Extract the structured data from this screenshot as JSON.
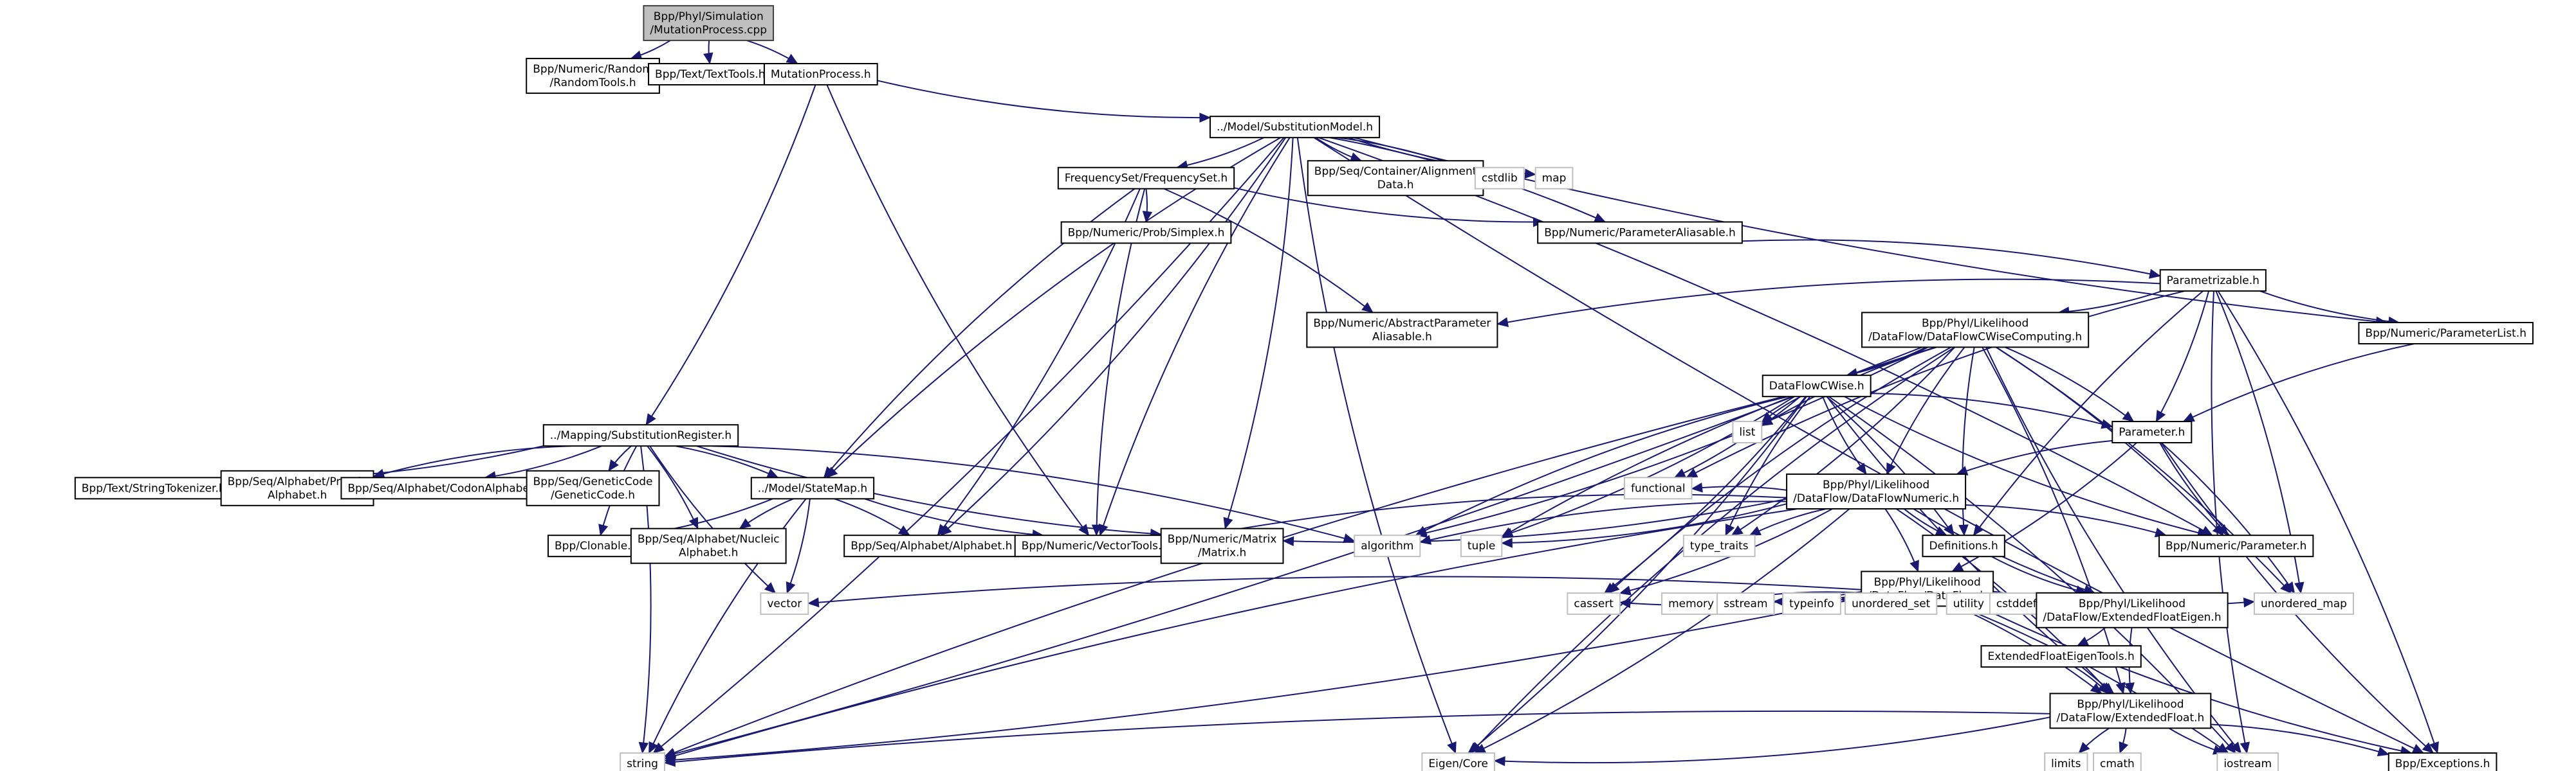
{
  "title": "Include dependency graph for Bpp/Phyl/Simulation/MutationProcess.cpp",
  "colors": {
    "edge": "#191970",
    "root_fill": "#bfbfbf",
    "project_border": "#000000",
    "system_border": "#bfbfbf"
  },
  "nodes": [
    {
      "id": "root",
      "lines": [
        "Bpp/Phyl/Simulation",
        "/MutationProcess.cpp"
      ],
      "kind": "root"
    },
    {
      "id": "randomtools",
      "lines": [
        "Bpp/Numeric/Random",
        "/RandomTools.h"
      ],
      "kind": "project"
    },
    {
      "id": "texttools",
      "lines": [
        "Bpp/Text/TextTools.h"
      ],
      "kind": "project"
    },
    {
      "id": "mutationprocess_h",
      "lines": [
        "MutationProcess.h"
      ],
      "kind": "project"
    },
    {
      "id": "substitutionmodel",
      "lines": [
        "../Model/SubstitutionModel.h"
      ],
      "kind": "project"
    },
    {
      "id": "frequencyset",
      "lines": [
        "FrequencySet/FrequencySet.h"
      ],
      "kind": "project"
    },
    {
      "id": "alignmentdata",
      "lines": [
        "Bpp/Seq/Container/Alignment",
        "Data.h"
      ],
      "kind": "project"
    },
    {
      "id": "cstdlib",
      "lines": [
        "cstdlib"
      ],
      "kind": "system"
    },
    {
      "id": "map",
      "lines": [
        "map"
      ],
      "kind": "system"
    },
    {
      "id": "simplex",
      "lines": [
        "Bpp/Numeric/Prob/Simplex.h"
      ],
      "kind": "project"
    },
    {
      "id": "parameteraliasable",
      "lines": [
        "Bpp/Numeric/ParameterAliasable.h"
      ],
      "kind": "project"
    },
    {
      "id": "parametrizable",
      "lines": [
        "Parametrizable.h"
      ],
      "kind": "project"
    },
    {
      "id": "abstractparameteraliasable",
      "lines": [
        "Bpp/Numeric/AbstractParameter",
        "Aliasable.h"
      ],
      "kind": "project"
    },
    {
      "id": "dataflowcwisecomputing",
      "lines": [
        "Bpp/Phyl/Likelihood",
        "/DataFlow/DataFlowCWiseComputing.h"
      ],
      "kind": "project"
    },
    {
      "id": "parameterlist",
      "lines": [
        "Bpp/Numeric/ParameterList.h"
      ],
      "kind": "project"
    },
    {
      "id": "substitutionregister",
      "lines": [
        "../Mapping/SubstitutionRegister.h"
      ],
      "kind": "project"
    },
    {
      "id": "dataflowcwise",
      "lines": [
        "DataFlowCWise.h"
      ],
      "kind": "project"
    },
    {
      "id": "list",
      "lines": [
        "list"
      ],
      "kind": "system"
    },
    {
      "id": "parameter_h",
      "lines": [
        "Parameter.h"
      ],
      "kind": "project"
    },
    {
      "id": "stringtokenizer",
      "lines": [
        "Bpp/Text/StringTokenizer.h"
      ],
      "kind": "project"
    },
    {
      "id": "proteicalphabet",
      "lines": [
        "Bpp/Seq/Alphabet/Proteic",
        "Alphabet.h"
      ],
      "kind": "project"
    },
    {
      "id": "codonalphabet",
      "lines": [
        "Bpp/Seq/Alphabet/CodonAlphabet.h"
      ],
      "kind": "project"
    },
    {
      "id": "geneticcode",
      "lines": [
        "Bpp/Seq/GeneticCode",
        "/GeneticCode.h"
      ],
      "kind": "project"
    },
    {
      "id": "statemap",
      "lines": [
        "../Model/StateMap.h"
      ],
      "kind": "project"
    },
    {
      "id": "functional",
      "lines": [
        "functional"
      ],
      "kind": "system"
    },
    {
      "id": "dataflownumeric",
      "lines": [
        "Bpp/Phyl/Likelihood",
        "/DataFlow/DataFlowNumeric.h"
      ],
      "kind": "project"
    },
    {
      "id": "clonable",
      "lines": [
        "Bpp/Clonable.h"
      ],
      "kind": "project"
    },
    {
      "id": "nucleicalphabet",
      "lines": [
        "Bpp/Seq/Alphabet/Nucleic",
        "Alphabet.h"
      ],
      "kind": "project"
    },
    {
      "id": "alphabet",
      "lines": [
        "Bpp/Seq/Alphabet/Alphabet.h"
      ],
      "kind": "project"
    },
    {
      "id": "vectortools",
      "lines": [
        "Bpp/Numeric/VectorTools.h"
      ],
      "kind": "project"
    },
    {
      "id": "matrix",
      "lines": [
        "Bpp/Numeric/Matrix",
        "/Matrix.h"
      ],
      "kind": "project"
    },
    {
      "id": "algorithm",
      "lines": [
        "algorithm"
      ],
      "kind": "system"
    },
    {
      "id": "tuple",
      "lines": [
        "tuple"
      ],
      "kind": "system"
    },
    {
      "id": "type_traits",
      "lines": [
        "type_traits"
      ],
      "kind": "system"
    },
    {
      "id": "dataflow",
      "lines": [
        "Bpp/Phyl/Likelihood",
        "/DataFlow/DataFlow.h"
      ],
      "kind": "project"
    },
    {
      "id": "definitions",
      "lines": [
        "Definitions.h"
      ],
      "kind": "project"
    },
    {
      "id": "numeric_parameter",
      "lines": [
        "Bpp/Numeric/Parameter.h"
      ],
      "kind": "project"
    },
    {
      "id": "vector",
      "lines": [
        "vector"
      ],
      "kind": "system"
    },
    {
      "id": "cassert",
      "lines": [
        "cassert"
      ],
      "kind": "system"
    },
    {
      "id": "memory",
      "lines": [
        "memory"
      ],
      "kind": "system"
    },
    {
      "id": "sstream",
      "lines": [
        "sstream"
      ],
      "kind": "system"
    },
    {
      "id": "typeinfo",
      "lines": [
        "typeinfo"
      ],
      "kind": "system"
    },
    {
      "id": "unordered_set",
      "lines": [
        "unordered_set"
      ],
      "kind": "system"
    },
    {
      "id": "utility",
      "lines": [
        "utility"
      ],
      "kind": "system"
    },
    {
      "id": "cstddef",
      "lines": [
        "cstddef"
      ],
      "kind": "system"
    },
    {
      "id": "extendedfloateigen",
      "lines": [
        "Bpp/Phyl/Likelihood",
        "/DataFlow/ExtendedFloatEigen.h"
      ],
      "kind": "project"
    },
    {
      "id": "unordered_map",
      "lines": [
        "unordered_map"
      ],
      "kind": "system"
    },
    {
      "id": "extendedfloateigentools",
      "lines": [
        "ExtendedFloatEigenTools.h"
      ],
      "kind": "project"
    },
    {
      "id": "extendedfloat",
      "lines": [
        "Bpp/Phyl/Likelihood",
        "/DataFlow/ExtendedFloat.h"
      ],
      "kind": "project"
    },
    {
      "id": "string",
      "lines": [
        "string"
      ],
      "kind": "system"
    },
    {
      "id": "eigen_core",
      "lines": [
        "Eigen/Core"
      ],
      "kind": "system"
    },
    {
      "id": "limits",
      "lines": [
        "limits"
      ],
      "kind": "system"
    },
    {
      "id": "cmath",
      "lines": [
        "cmath"
      ],
      "kind": "system"
    },
    {
      "id": "iostream",
      "lines": [
        "iostream"
      ],
      "kind": "system"
    },
    {
      "id": "exceptions",
      "lines": [
        "Bpp/Exceptions.h"
      ],
      "kind": "project"
    }
  ],
  "edges": [
    [
      "root",
      "randomtools"
    ],
    [
      "root",
      "texttools"
    ],
    [
      "root",
      "mutationprocess_h"
    ],
    [
      "mutationprocess_h",
      "substitutionmodel"
    ],
    [
      "mutationprocess_h",
      "substitutionregister"
    ],
    [
      "mutationprocess_h",
      "vectortools"
    ],
    [
      "substitutionmodel",
      "frequencyset"
    ],
    [
      "substitutionmodel",
      "alignmentdata"
    ],
    [
      "substitutionmodel",
      "cstdlib"
    ],
    [
      "substitutionmodel",
      "map"
    ],
    [
      "substitutionmodel",
      "parameteraliasable"
    ],
    [
      "substitutionmodel",
      "statemap"
    ],
    [
      "substitutionmodel",
      "alphabet"
    ],
    [
      "substitutionmodel",
      "vectortools"
    ],
    [
      "substitutionmodel",
      "matrix"
    ],
    [
      "substitutionmodel",
      "eigen_core"
    ],
    [
      "substitutionmodel",
      "string"
    ],
    [
      "substitutionmodel",
      "parameterlist"
    ],
    [
      "substitutionmodel",
      "numeric_parameter"
    ],
    [
      "substitutionmodel",
      "exceptions"
    ],
    [
      "frequencyset",
      "simplex"
    ],
    [
      "frequencyset",
      "parameteraliasable"
    ],
    [
      "frequencyset",
      "abstractparameteraliasable"
    ],
    [
      "frequencyset",
      "statemap"
    ],
    [
      "frequencyset",
      "alphabet"
    ],
    [
      "frequencyset",
      "vectortools"
    ],
    [
      "parameteraliasable",
      "parametrizable"
    ],
    [
      "parametrizable",
      "abstractparameteraliasable"
    ],
    [
      "parametrizable",
      "dataflowcwisecomputing"
    ],
    [
      "parametrizable",
      "parameterlist"
    ],
    [
      "parametrizable",
      "parameter_h"
    ],
    [
      "parametrizable",
      "definitions"
    ],
    [
      "parametrizable",
      "unordered_map"
    ],
    [
      "parametrizable",
      "iostream"
    ],
    [
      "parametrizable",
      "exceptions"
    ],
    [
      "parametrizable",
      "functional"
    ],
    [
      "dataflowcwisecomputing",
      "dataflowcwise"
    ],
    [
      "dataflowcwisecomputing",
      "list"
    ],
    [
      "dataflowcwisecomputing",
      "parameter_h"
    ],
    [
      "dataflowcwisecomputing",
      "dataflownumeric"
    ],
    [
      "dataflowcwisecomputing",
      "algorithm"
    ],
    [
      "dataflowcwisecomputing",
      "tuple"
    ],
    [
      "dataflowcwisecomputing",
      "type_traits"
    ],
    [
      "dataflowcwisecomputing",
      "definitions"
    ],
    [
      "dataflowcwisecomputing",
      "numeric_parameter"
    ],
    [
      "dataflowcwisecomputing",
      "cassert"
    ],
    [
      "dataflowcwisecomputing",
      "string"
    ],
    [
      "dataflowcwisecomputing",
      "eigen_core"
    ],
    [
      "dataflowcwisecomputing",
      "extendedfloat"
    ],
    [
      "dataflowcwisecomputing",
      "iostream"
    ],
    [
      "dataflowcwisecomputing",
      "unordered_map"
    ],
    [
      "parameterlist",
      "parameter_h"
    ],
    [
      "substitutionregister",
      "stringtokenizer"
    ],
    [
      "substitutionregister",
      "proteicalphabet"
    ],
    [
      "substitutionregister",
      "codonalphabet"
    ],
    [
      "substitutionregister",
      "geneticcode"
    ],
    [
      "substitutionregister",
      "statemap"
    ],
    [
      "substitutionregister",
      "clonable"
    ],
    [
      "substitutionregister",
      "nucleicalphabet"
    ],
    [
      "substitutionregister",
      "matrix"
    ],
    [
      "substitutionregister",
      "algorithm"
    ],
    [
      "substitutionregister",
      "vector"
    ],
    [
      "substitutionregister",
      "string"
    ],
    [
      "dataflowcwise",
      "list"
    ],
    [
      "dataflowcwise",
      "parameter_h"
    ],
    [
      "dataflowcwise",
      "dataflownumeric"
    ],
    [
      "dataflowcwise",
      "functional"
    ],
    [
      "dataflowcwise",
      "algorithm"
    ],
    [
      "dataflowcwise",
      "tuple"
    ],
    [
      "dataflowcwise",
      "type_traits"
    ],
    [
      "dataflowcwise",
      "definitions"
    ],
    [
      "dataflowcwise",
      "numeric_parameter"
    ],
    [
      "dataflowcwise",
      "cassert"
    ],
    [
      "dataflowcwise",
      "string"
    ],
    [
      "dataflowcwise",
      "eigen_core"
    ],
    [
      "dataflowcwise",
      "extendedfloat"
    ],
    [
      "dataflowcwise",
      "iostream"
    ],
    [
      "parameter_h",
      "dataflownumeric"
    ],
    [
      "parameter_h",
      "dataflow"
    ],
    [
      "parameter_h",
      "numeric_parameter"
    ],
    [
      "parameter_h",
      "unordered_map"
    ],
    [
      "parameter_h",
      "exceptions"
    ],
    [
      "statemap",
      "clonable"
    ],
    [
      "statemap",
      "nucleicalphabet"
    ],
    [
      "statemap",
      "alphabet"
    ],
    [
      "statemap",
      "vectortools"
    ],
    [
      "statemap",
      "vector"
    ],
    [
      "statemap",
      "string"
    ],
    [
      "dataflownumeric",
      "dataflow"
    ],
    [
      "dataflownumeric",
      "definitions"
    ],
    [
      "dataflownumeric",
      "numeric_parameter"
    ],
    [
      "dataflownumeric",
      "vectortools"
    ],
    [
      "dataflownumeric",
      "matrix"
    ],
    [
      "dataflownumeric",
      "algorithm"
    ],
    [
      "dataflownumeric",
      "tuple"
    ],
    [
      "dataflownumeric",
      "type_traits"
    ],
    [
      "dataflownumeric",
      "cassert"
    ],
    [
      "dataflownumeric",
      "string"
    ],
    [
      "dataflownumeric",
      "eigen_core"
    ],
    [
      "dataflownumeric",
      "extendedfloateigen"
    ],
    [
      "dataflownumeric",
      "extendedfloat"
    ],
    [
      "dataflownumeric",
      "functional"
    ],
    [
      "dataflow",
      "cassert"
    ],
    [
      "dataflow",
      "memory"
    ],
    [
      "dataflow",
      "sstream"
    ],
    [
      "dataflow",
      "typeinfo"
    ],
    [
      "dataflow",
      "unordered_set"
    ],
    [
      "dataflow",
      "utility"
    ],
    [
      "dataflow",
      "cstddef"
    ],
    [
      "dataflow",
      "vector"
    ],
    [
      "dataflow",
      "string"
    ],
    [
      "dataflow",
      "unordered_map"
    ],
    [
      "dataflow",
      "iostream"
    ],
    [
      "dataflow",
      "exceptions"
    ],
    [
      "dataflow",
      "extendedfloat"
    ],
    [
      "definitions",
      "extendedfloateigen"
    ],
    [
      "extendedfloateigen",
      "extendedfloateigentools"
    ],
    [
      "extendedfloateigen",
      "extendedfloat"
    ],
    [
      "extendedfloateigentools",
      "extendedfloat"
    ],
    [
      "extendedfloat",
      "limits"
    ],
    [
      "extendedfloat",
      "cmath"
    ],
    [
      "extendedfloat",
      "iostream"
    ],
    [
      "extendedfloat",
      "exceptions"
    ],
    [
      "extendedfloat",
      "string"
    ],
    [
      "extendedfloat",
      "eigen_core"
    ]
  ]
}
